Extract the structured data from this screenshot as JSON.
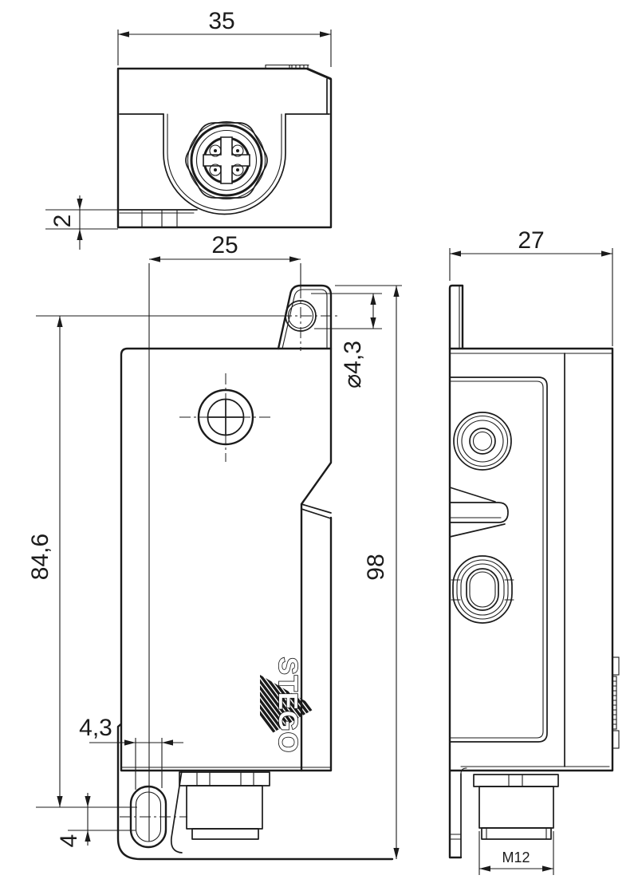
{
  "colors": {
    "line": "#1b1b1b",
    "background": "#ffffff"
  },
  "views": {
    "top": {
      "dim_width": "35",
      "dim_flange_height": "2"
    },
    "front": {
      "dim_hole_offset": "25",
      "dim_hole_diameter": "⌀4,3",
      "dim_height_to_slot": "84,6",
      "dim_total_height": "98",
      "dim_slot_width": "4,3",
      "dim_slot_end": "4",
      "logo_text": "STEGO"
    },
    "side": {
      "dim_depth": "27",
      "dim_connector_thread": "M12"
    }
  }
}
